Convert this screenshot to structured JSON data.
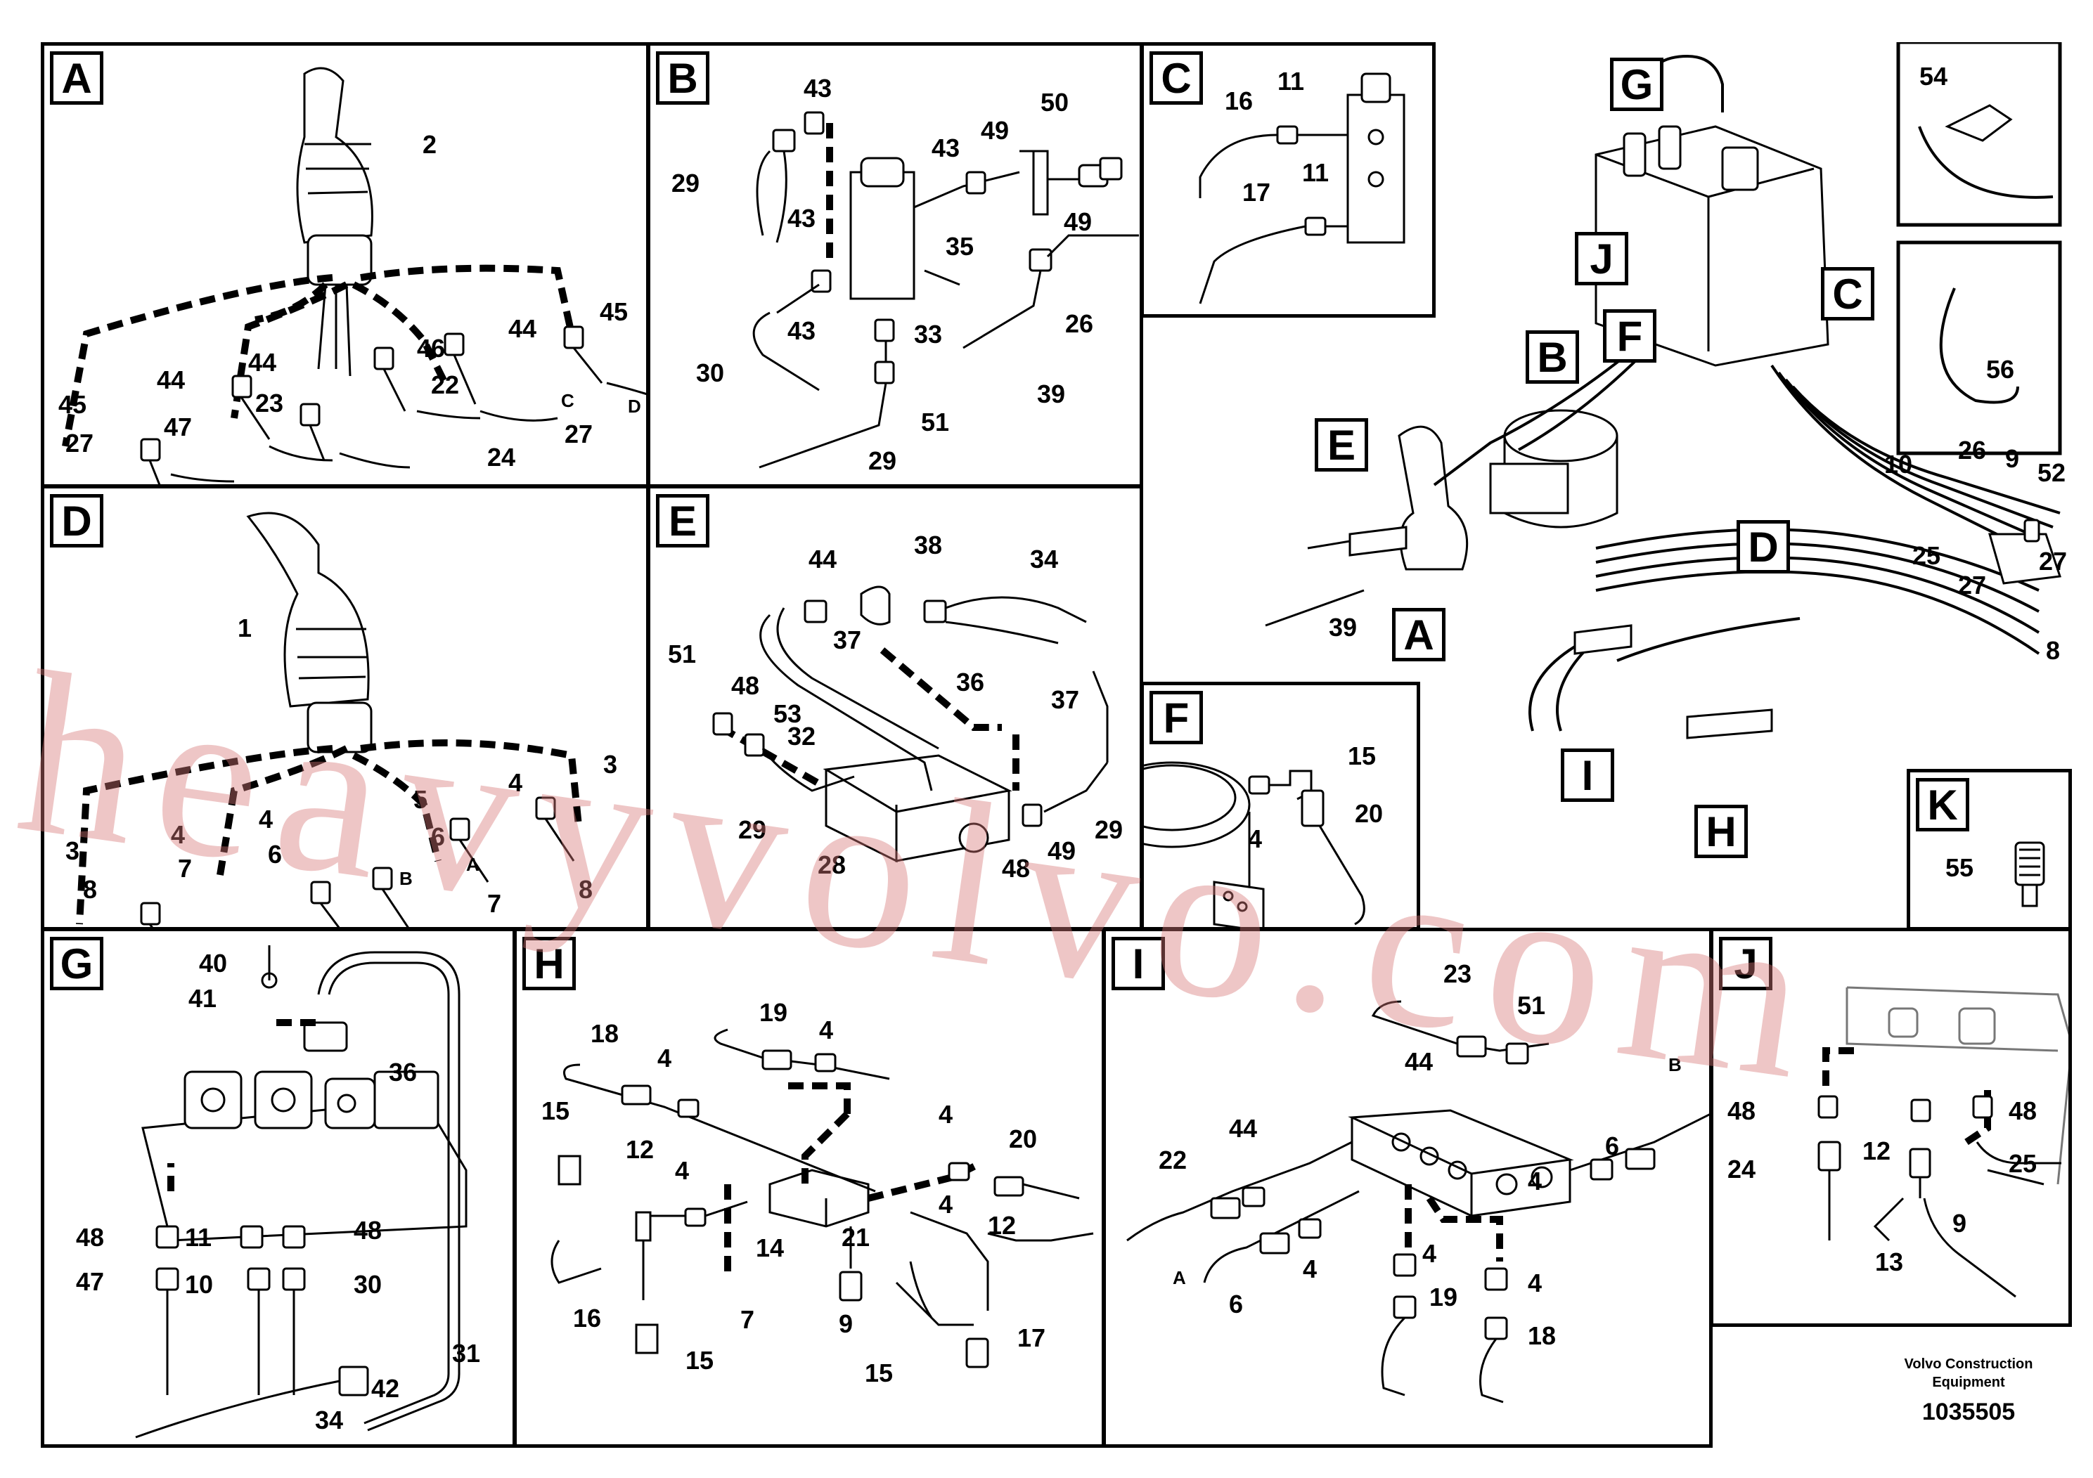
{
  "colors": {
    "line": "#000000",
    "background": "#ffffff",
    "watermark": "#d67878"
  },
  "panels": {
    "A": {
      "letter": "A",
      "labels": [
        "2",
        "45",
        "44",
        "46",
        "44",
        "45",
        "44",
        "23",
        "22",
        "C",
        "D",
        "27",
        "27",
        "47",
        "24"
      ]
    },
    "B": {
      "letter": "B",
      "labels": [
        "43",
        "50",
        "29",
        "43",
        "49",
        "43",
        "49",
        "35",
        "26",
        "33",
        "43",
        "30",
        "51",
        "39",
        "29"
      ]
    },
    "C": {
      "letter": "C",
      "labels": [
        "16",
        "11",
        "11",
        "17"
      ]
    },
    "D": {
      "letter": "D",
      "labels": [
        "1",
        "3",
        "4",
        "5",
        "4",
        "4",
        "6",
        "3",
        "7",
        "6",
        "B",
        "A",
        "8",
        "7",
        "8"
      ]
    },
    "E": {
      "letter": "E",
      "labels": [
        "44",
        "38",
        "34",
        "51",
        "37",
        "36",
        "48",
        "53",
        "37",
        "32",
        "29",
        "28",
        "48",
        "49",
        "29"
      ]
    },
    "F": {
      "letter": "F",
      "labels": [
        "15",
        "4",
        "20"
      ]
    },
    "G": {
      "letter": "G",
      "labels": [
        "40",
        "41",
        "36",
        "48",
        "11",
        "48",
        "47",
        "10",
        "30",
        "31",
        "42",
        "34"
      ]
    },
    "H": {
      "letter": "H",
      "labels": [
        "19",
        "18",
        "4",
        "4",
        "15",
        "12",
        "4",
        "4",
        "20",
        "4",
        "14",
        "21",
        "12",
        "16",
        "7",
        "9",
        "17",
        "15",
        "15"
      ]
    },
    "I": {
      "letter": "I",
      "labels": [
        "23",
        "51",
        "44",
        "B",
        "22",
        "44",
        "6",
        "4",
        "4",
        "4",
        "A",
        "6",
        "19",
        "4",
        "18"
      ]
    },
    "J": {
      "letter": "J",
      "labels": [
        "48",
        "48",
        "12",
        "24",
        "25",
        "13",
        "9"
      ]
    },
    "K": {
      "letter": "K",
      "labels": [
        "55"
      ]
    },
    "overview": {
      "labels": [
        "54",
        "56",
        "10",
        "26",
        "9",
        "52",
        "25",
        "27",
        "27",
        "8",
        "39"
      ],
      "callouts": [
        "G",
        "J",
        "C",
        "B",
        "F",
        "E",
        "D",
        "A",
        "I",
        "H"
      ]
    }
  },
  "footer": {
    "company": "Volvo Construction Equipment",
    "number": "1035505"
  },
  "watermark": {
    "text": "heavyvolvo.com"
  }
}
